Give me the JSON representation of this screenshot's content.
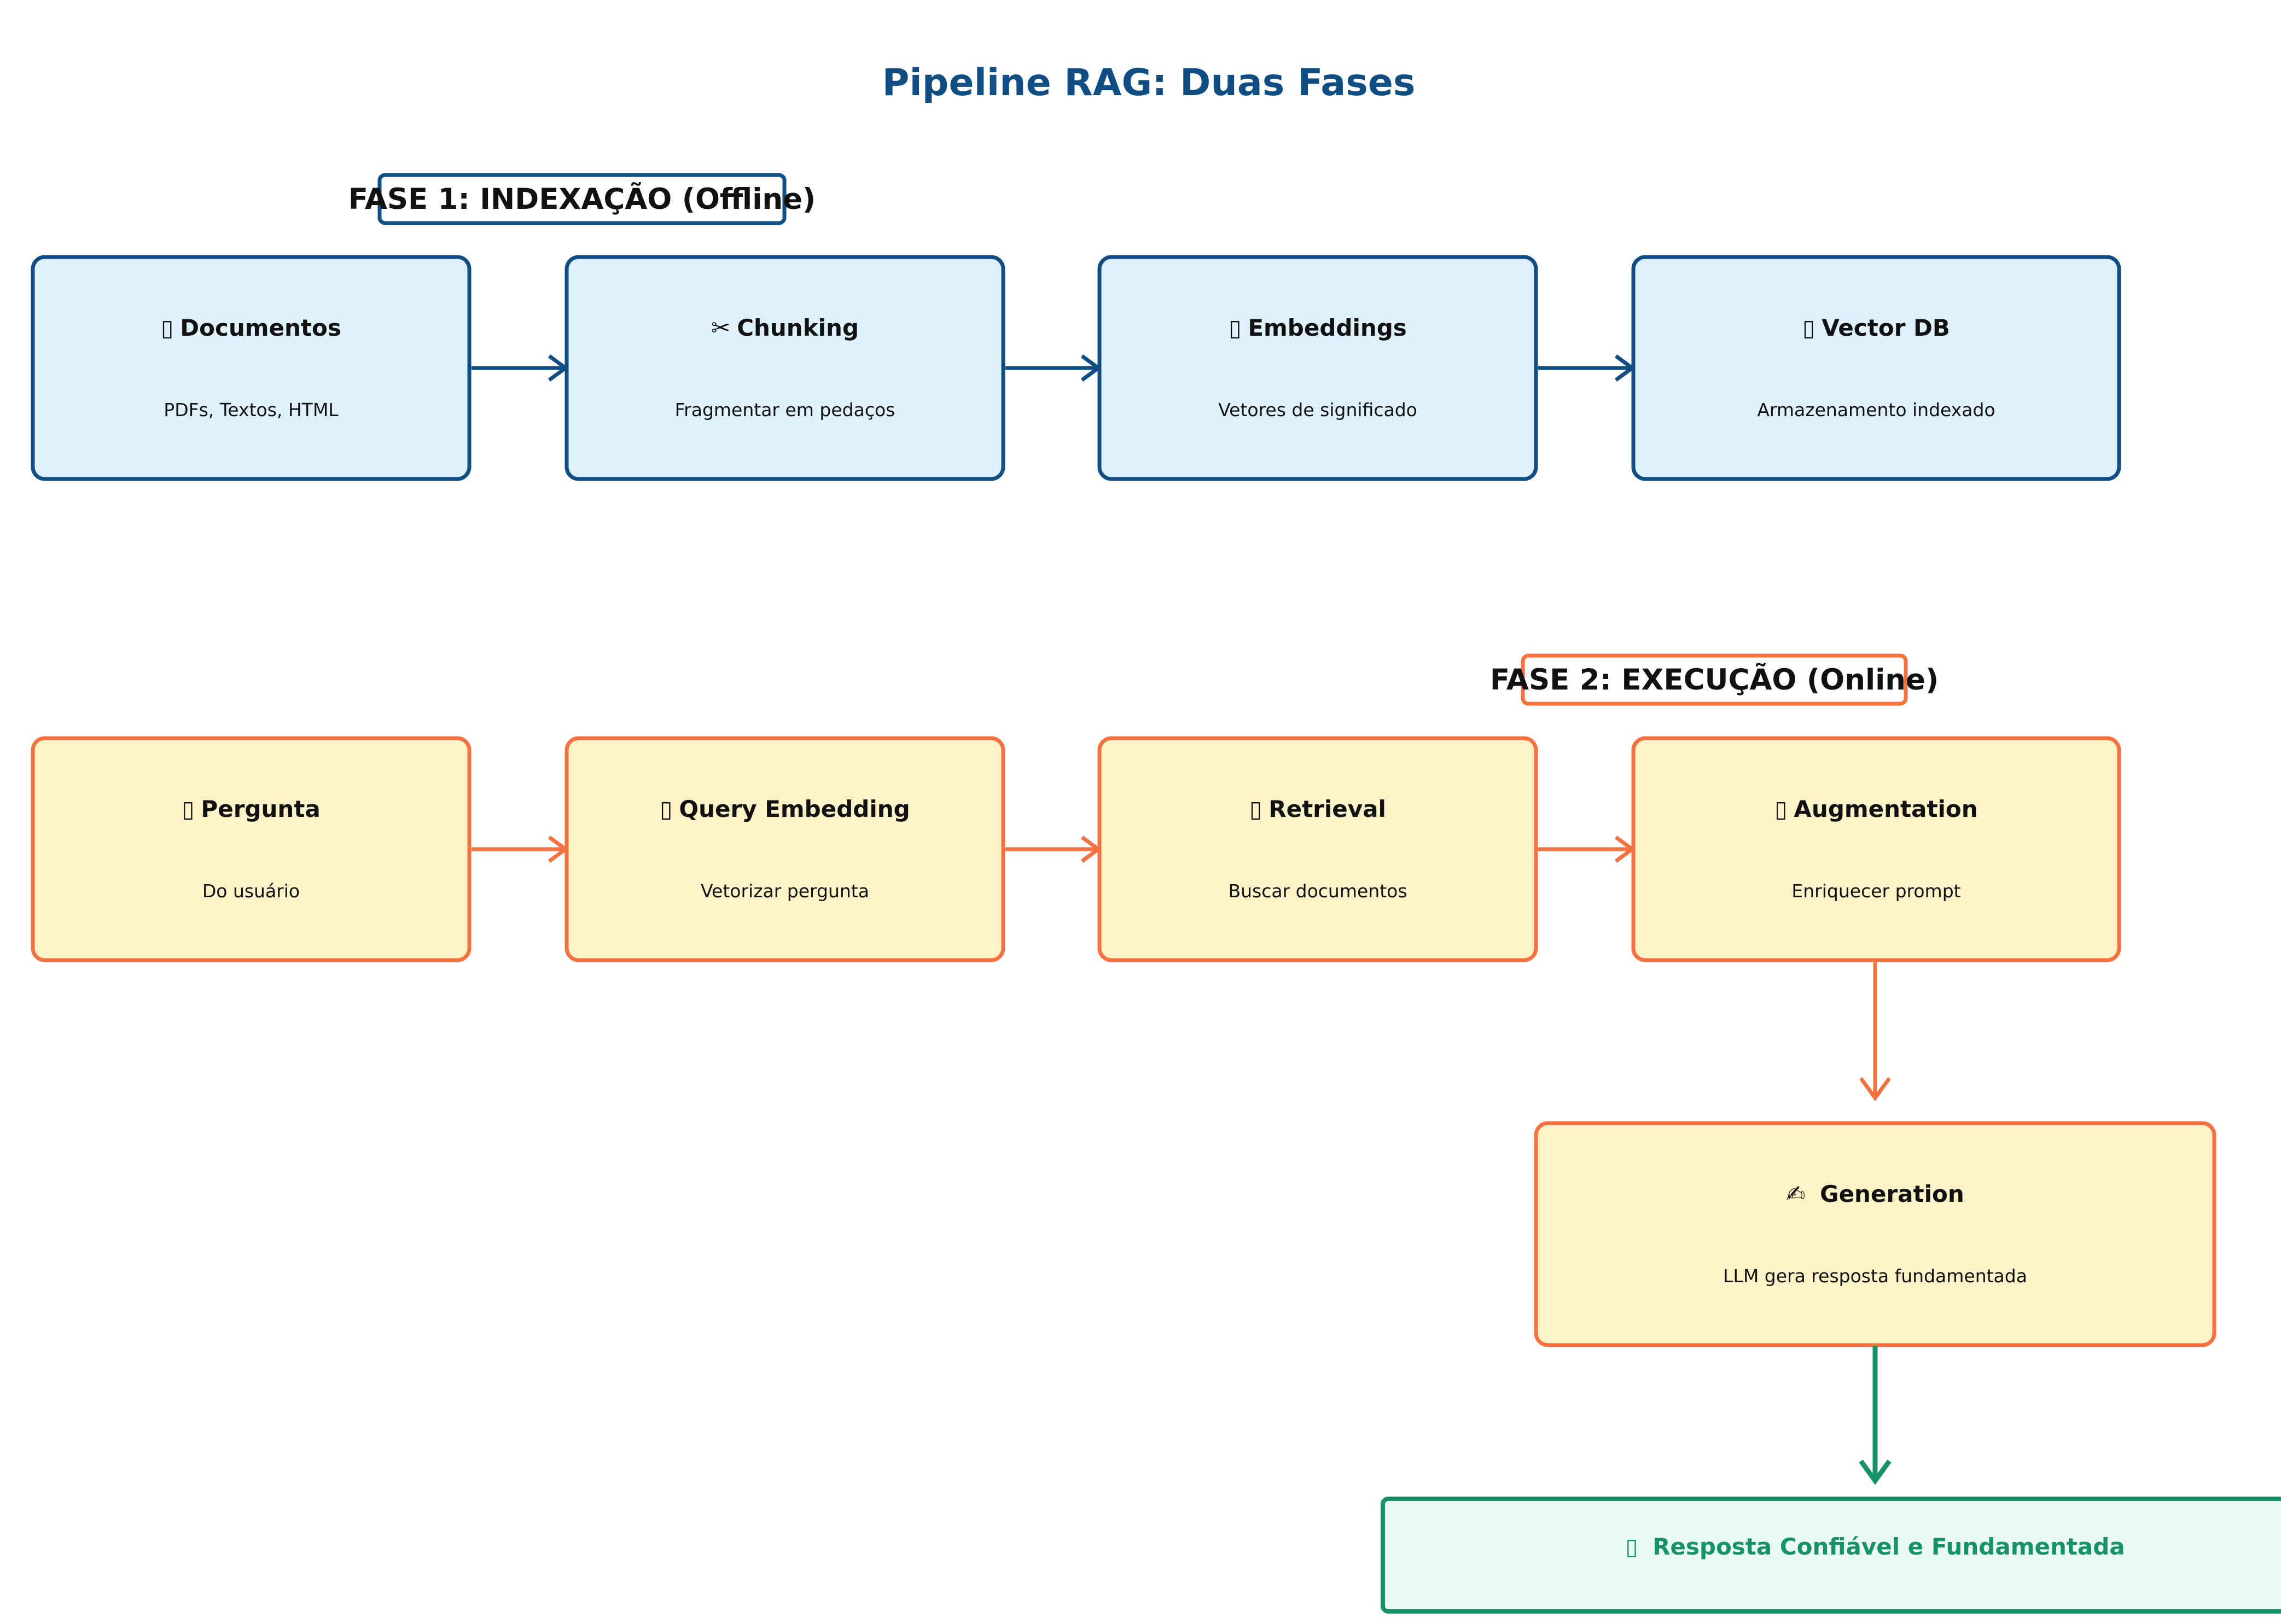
{
  "title": "Pipeline RAG: Duas Fases",
  "colors": {
    "phase1_border": "#0f4d82",
    "phase1_fill": "#dff1fd",
    "phase2_border": "#f5713f",
    "phase2_fill": "#fdf2c8",
    "final_border": "#17916a",
    "final_fill": "#e9fbf2"
  },
  "phase1": {
    "label": "FASE 1: INDEXAÇÃO (Offline)",
    "nodes": [
      {
        "icon": "document-icon",
        "glyph": "▯",
        "title": "Documentos",
        "subtitle": "PDFs, Textos, HTML"
      },
      {
        "icon": "scissors-icon",
        "glyph": "✂",
        "title": "Chunking",
        "subtitle": "Fragmentar em pedaços"
      },
      {
        "icon": "embedding-icon",
        "glyph": "▯",
        "title": "Embeddings",
        "subtitle": "Vetores de significado"
      },
      {
        "icon": "database-icon",
        "glyph": "▯",
        "title": "Vector DB",
        "subtitle": "Armazenamento indexado"
      }
    ]
  },
  "phase2": {
    "label": "FASE 2: EXECUÇÃO (Online)",
    "nodes": [
      {
        "icon": "question-icon",
        "glyph": "▯",
        "title": "Pergunta",
        "subtitle": "Do usuário"
      },
      {
        "icon": "query-embedding-icon",
        "glyph": "▯",
        "title": "Query Embedding",
        "subtitle": "Vetorizar pergunta"
      },
      {
        "icon": "search-icon",
        "glyph": "▯",
        "title": "Retrieval",
        "subtitle": "Buscar documentos"
      },
      {
        "icon": "augmentation-icon",
        "glyph": "▯",
        "title": "Augmentation",
        "subtitle": "Enriquecer prompt"
      }
    ],
    "generation": {
      "icon": "writing-hand-icon",
      "glyph": "✍",
      "title": "Generation",
      "subtitle": "LLM gera resposta fundamentada"
    }
  },
  "final": {
    "icon": "check-icon",
    "glyph": "▯",
    "label": "Resposta Confiável e Fundamentada"
  }
}
